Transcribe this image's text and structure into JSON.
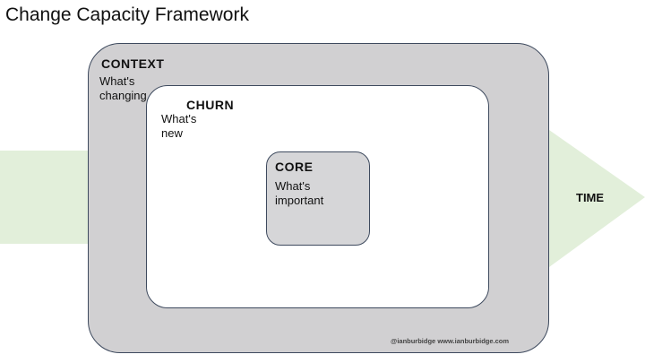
{
  "title": "Change Capacity Framework",
  "arrow_label": "TIME",
  "context": {
    "heading": "CONTEXT",
    "line1": "What's",
    "line2": "changing"
  },
  "churn": {
    "heading": "CHURN",
    "line1": "What's",
    "line2": "new"
  },
  "core": {
    "heading": "CORE",
    "line1": "What's",
    "line2": "important"
  },
  "credit": "@ianburbidge  www.ianburbidge.com",
  "colors": {
    "arrow": "#e2efda",
    "context_fill": "#d1d0d2",
    "core_fill": "#d6d6d8",
    "border": "#3e4a5e"
  }
}
